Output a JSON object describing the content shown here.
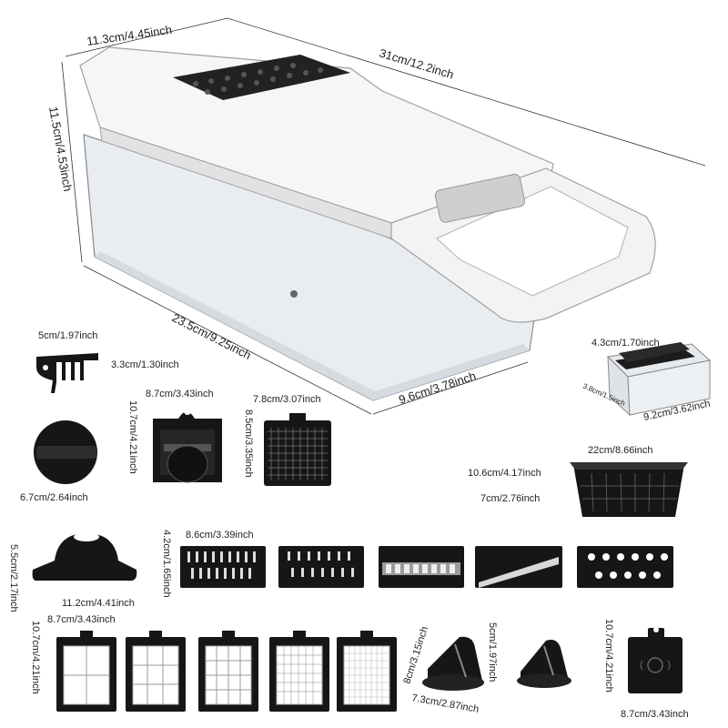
{
  "dims": {
    "main_width": "11.3cm/4.45inch",
    "main_length": "31cm/12.2inch",
    "main_height": "11.5cm/4.53inch",
    "container_length": "23.5cm/9.25inch",
    "container_width": "9.6cm/3.78inch",
    "comb_width": "5cm/1.97inch",
    "comb_height": "3.3cm/1.30inch",
    "knob_width": "6.7cm/2.64inch",
    "spiral_width": "8.7cm/3.43inch",
    "spiral_height": "10.7cm/4.21inch",
    "grid_width": "7.8cm/3.07inch",
    "grid_height": "8.5cm/3.35inch",
    "small_box_width": "4.3cm/1.70inch",
    "small_box_depth": "3.8cm/1.5inch",
    "small_box_length": "9.2cm/3.62inch",
    "basket_width": "22cm/8.66inch",
    "basket_height_a": "10.6cm/4.17inch",
    "basket_height_b": "7cm/2.76inch",
    "bowl_height": "5.5cm/2.17inch",
    "bowl_width": "11.2cm/4.41inch",
    "blade_width": "8.6cm/3.39inch",
    "blade_height": "4.2cm/1.65inch",
    "frame_width": "8.7cm/3.43inch",
    "frame_height": "10.7cm/4.21inch",
    "holder_height_a": "8cm/3.15inch",
    "holder_height_b": "5cm/1.97inch",
    "holder_width": "7.3cm/2.87inch",
    "plate_height": "10.7cm/4.21inch",
    "plate_width": "8.7cm/3.43inch"
  },
  "colors": {
    "white_plastic": "#f4f4f4",
    "black_parts": "#161616",
    "clear_container": "#e9edf1"
  }
}
